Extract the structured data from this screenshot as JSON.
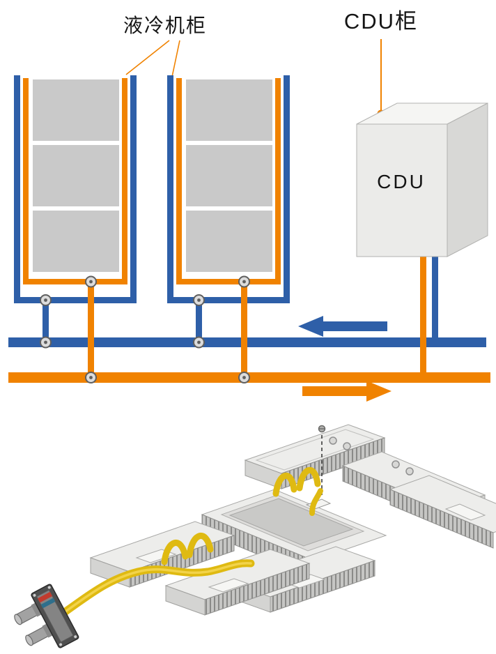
{
  "labels": {
    "cooling_cabinet": "液冷机柜",
    "cdu_cabinet": "CDU柜",
    "cdu_box": "CDU"
  },
  "colors": {
    "supply_orange": "#F08200",
    "return_blue": "#2E5FA8",
    "shelf_gray": "#C9C9C9",
    "cdu_face": "#EBEBE9",
    "hose_yellow": "#DFBA12"
  },
  "schematic": {
    "cabinet_count": 2,
    "shelves_per_cabinet": 3,
    "flow_arrows": [
      {
        "pipe": "return",
        "color_hex": "#2E5FA8",
        "direction": "left"
      },
      {
        "pipe": "supply",
        "color_hex": "#F08200",
        "direction": "right"
      }
    ]
  }
}
